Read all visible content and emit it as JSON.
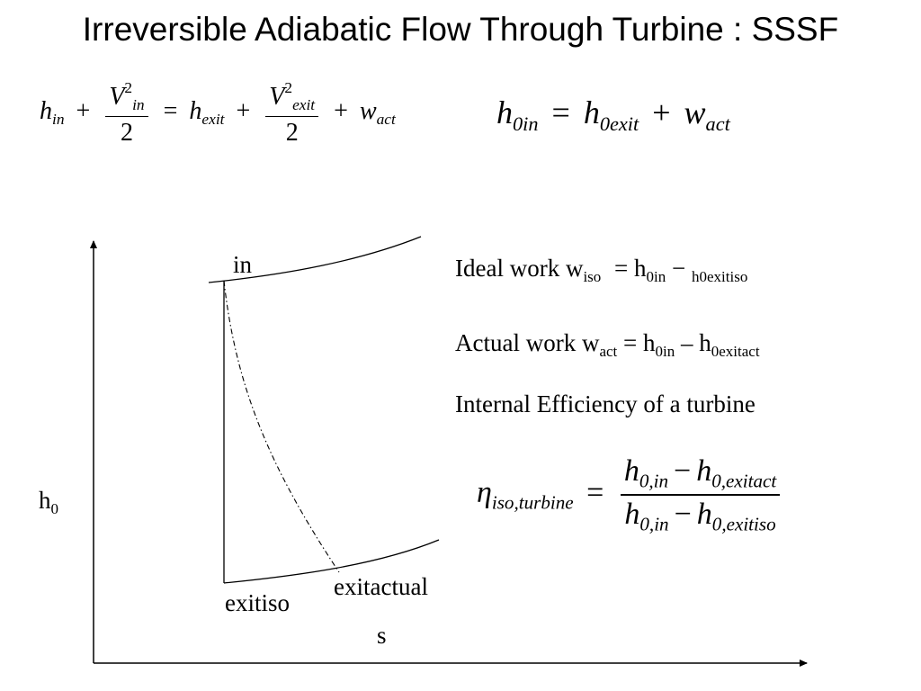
{
  "slide": {
    "title": "Irreversible Adiabatic Flow Through Turbine : SSSF"
  },
  "energy_equation": {
    "h": "h",
    "in": "in",
    "plus": "+",
    "equals": "=",
    "V": "V",
    "two": "2",
    "exit": "exit",
    "w": "w",
    "act": "act"
  },
  "stagnation_equation": {
    "h": "h",
    "sub_in": "0in",
    "equals": "=",
    "sub_exit": "0exit",
    "plus": "+",
    "w": "w",
    "act": "act"
  },
  "ideal_work": {
    "label": "Ideal work w",
    "sub": "iso",
    "eq": "= h",
    "sub_in": "0in",
    "minus": "−",
    "tail": "h0exitiso"
  },
  "actual_work": {
    "label": "Actual work w",
    "sub": "act",
    "eq": "= h",
    "sub_in": "0in",
    "minus": "– h",
    "sub_exit": "0exitact"
  },
  "efficiency": {
    "heading": "Internal Efficiency of a turbine",
    "eta": "η",
    "eta_sub": "iso,turbine",
    "equals": "=",
    "h": "h",
    "sub_in": "0,in",
    "minus": "−",
    "sub_exitact": "0,exitact",
    "sub_exitiso": "0,exitiso"
  },
  "diagram": {
    "y_axis_label": "h",
    "y_axis_sub": "0",
    "x_axis_label": "s",
    "point_in": "in",
    "point_exitiso": "exitiso",
    "point_exitactual": "exitactual"
  }
}
